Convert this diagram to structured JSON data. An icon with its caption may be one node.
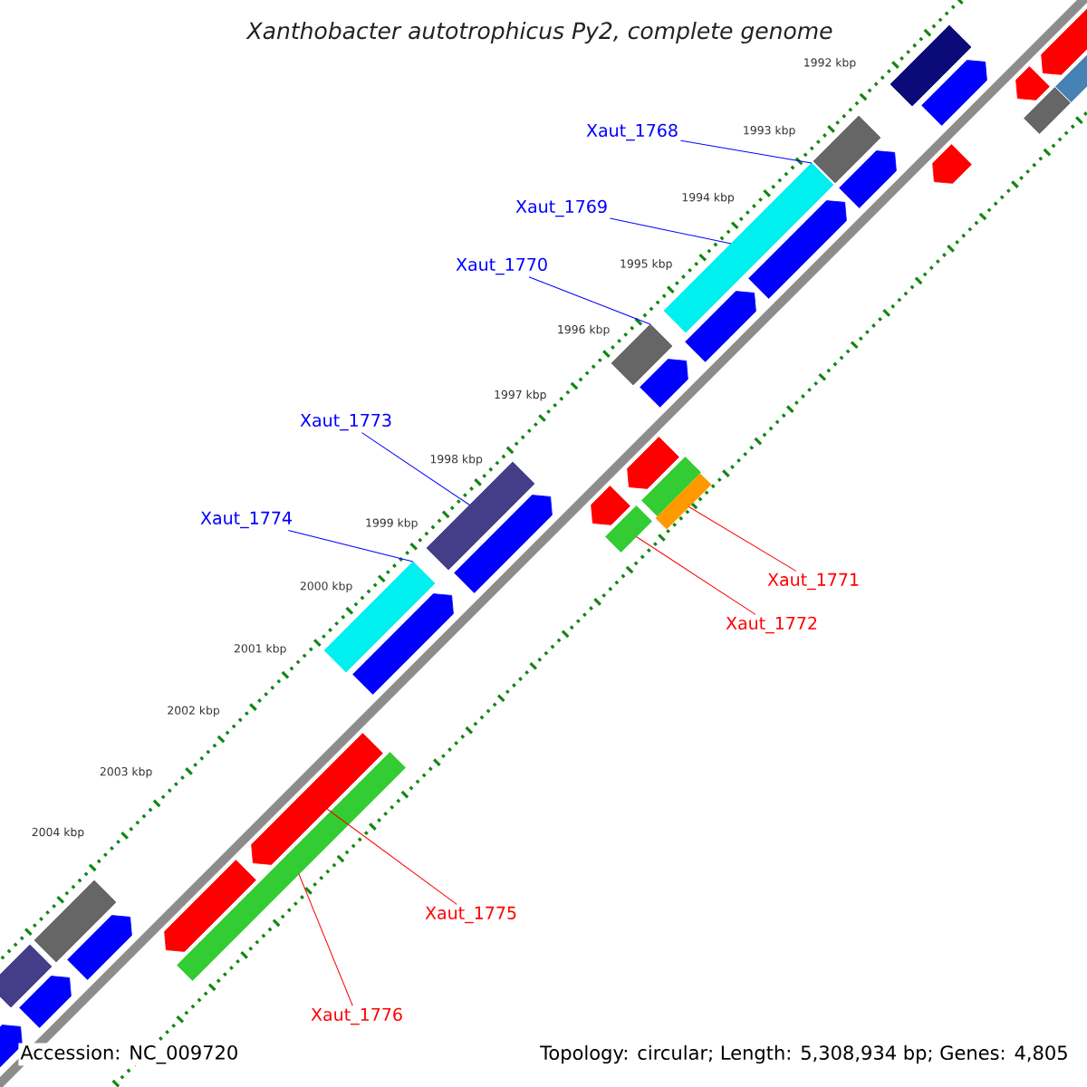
{
  "diagram": {
    "title": "Xanthobacter autotrophicus Py2, complete genome",
    "nodes": [
      {
        "text": [
          "Xaut_1768"
        ]
      },
      {
        "text": [
          "Xaut_1769"
        ]
      },
      {
        "text": [
          "Xaut_1770"
        ]
      },
      {
        "text": [
          "Xaut_1773"
        ]
      },
      {
        "text": [
          "Xaut_1774"
        ]
      },
      {
        "text": [
          "Xaut_1771"
        ]
      },
      {
        "text": [
          "Xaut_1772"
        ]
      },
      {
        "text": [
          "Xaut_1775"
        ]
      },
      {
        "text": [
          "Xaut_1776"
        ]
      },
      {
        "text": [],
        "shape": "pentagon"
      },
      {
        "text": [],
        "shape": "box"
      },
      {
        "text": [],
        "shape": "pentagon"
      },
      {
        "text": [],
        "shape": "box"
      },
      {
        "text": [],
        "shape": "pentagon"
      },
      {
        "text": [],
        "shape": "box"
      },
      {
        "text": [],
        "shape": "pentagon"
      },
      {
        "text": [],
        "shape": "box"
      },
      {
        "text": [],
        "shape": "pentagon"
      },
      {
        "text": [],
        "shape": "box"
      },
      {
        "text": [],
        "shape": "pentagon"
      },
      {
        "text": [],
        "shape": "box"
      },
      {
        "text": [],
        "shape": "pentagon"
      },
      {
        "text": [],
        "shape": "box"
      },
      {
        "text": [],
        "shape": "pentagon"
      },
      {
        "text": [],
        "shape": "pentagon"
      },
      {
        "text": [],
        "shape": "box"
      },
      {
        "text": [],
        "shape": "box"
      },
      {
        "text": [],
        "shape": "pentagon"
      },
      {
        "text": [],
        "shape": "box"
      },
      {
        "text": [],
        "shape": "box"
      },
      {
        "text": [],
        "shape": "pentagon"
      },
      {
        "text": [],
        "shape": "box"
      },
      {
        "text": [],
        "shape": "pentagon"
      },
      {
        "text": [],
        "shape": "pentagon"
      },
      {
        "text": [],
        "shape": "box"
      },
      {
        "text": [],
        "shape": "pentagon"
      },
      {
        "text": [],
        "shape": "box"
      },
      {
        "text": [],
        "shape": "pentagon"
      },
      {
        "text": [],
        "shape": "box"
      },
      {
        "text": [],
        "shape": "pentagon"
      },
      {
        "text": [],
        "shape": "pentagon"
      }
    ],
    "edges": [
      {
        "from": 0,
        "to": 18,
        "arrow": "none"
      },
      {
        "from": 1,
        "to": 20,
        "arrow": "none"
      },
      {
        "from": 2,
        "to": 22,
        "arrow": "none"
      },
      {
        "from": 3,
        "to": 29,
        "arrow": "none"
      },
      {
        "from": 4,
        "to": 31,
        "arrow": "none"
      },
      {
        "from": 5,
        "to": 26,
        "arrow": "none",
        "color": "#ff0000"
      },
      {
        "from": 6,
        "to": 28,
        "arrow": "none",
        "color": "#ff0000"
      },
      {
        "from": 7,
        "to": 33,
        "arrow": "none",
        "color": "#ff0000"
      },
      {
        "from": 8,
        "to": 34,
        "arrow": "none",
        "color": "#ff0000"
      }
    ],
    "labels": [
      "1992 kbp",
      "1993 kbp",
      "1994 kbp",
      "1995 kbp",
      "1996 kbp",
      "1997 kbp",
      "1998 kbp",
      "1999 kbp",
      "2000 kbp",
      "2001 kbp",
      "2002 kbp",
      "2003 kbp",
      "2004 kbp",
      "Accession: NC_009720",
      "Topology: circular; Length: 5,308,934 bp; Genes: 4,805"
    ]
  }
}
